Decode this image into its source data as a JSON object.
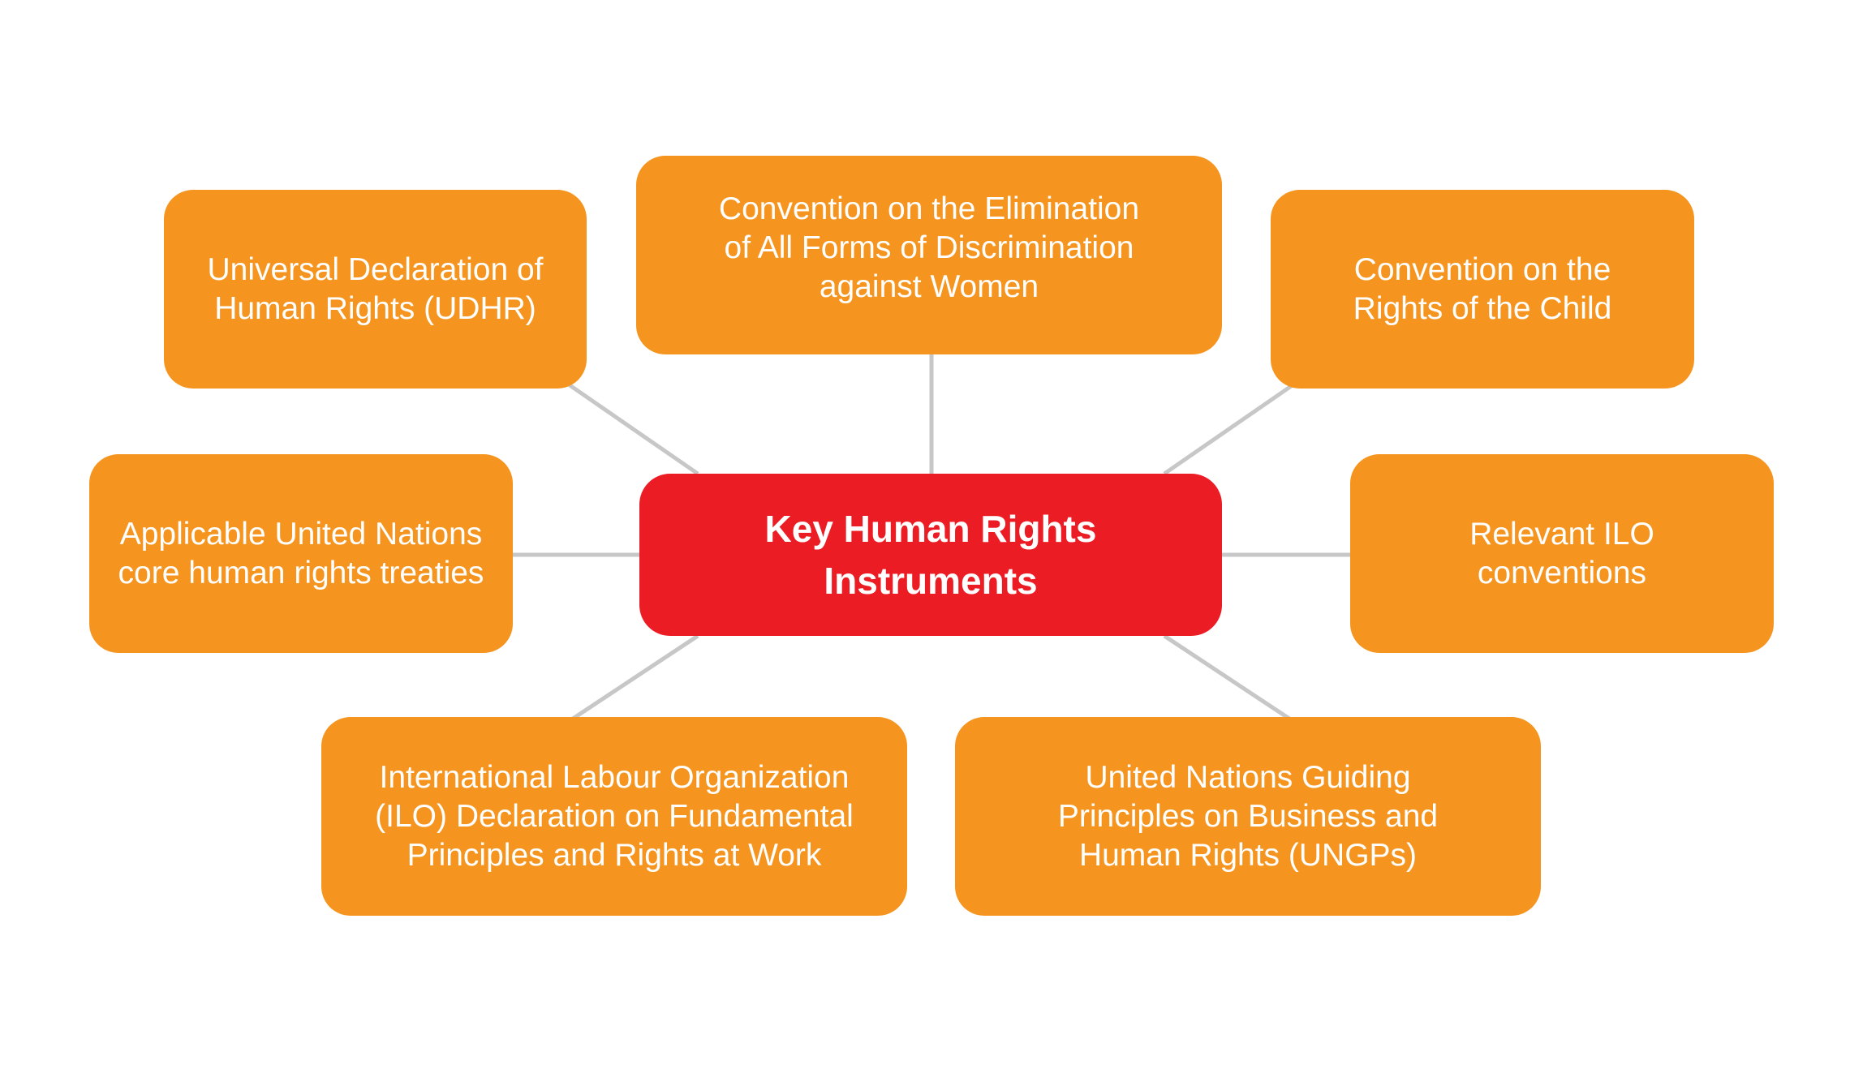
{
  "colors": {
    "leaf": "#f5951f",
    "center": "#ec1c24",
    "connector": "#c7c7c7",
    "text": "#ffffff"
  },
  "center": {
    "label": "Key Human Rights\nInstruments"
  },
  "nodes": [
    {
      "id": "udhr",
      "label": "Universal Declaration of\nHuman Rights (UDHR)"
    },
    {
      "id": "cedaw",
      "label": "Convention on the Elimination\nof All Forms of Discrimination\nagainst Women"
    },
    {
      "id": "crc",
      "label": "Convention on the\nRights of the Child"
    },
    {
      "id": "un-treaties",
      "label": "Applicable United Nations\ncore human rights treaties"
    },
    {
      "id": "ilo-conventions",
      "label": "Relevant ILO\nconventions"
    },
    {
      "id": "ilo-declaration",
      "label": "International Labour Organization\n(ILO) Declaration on Fundamental\nPrinciples and Rights at Work"
    },
    {
      "id": "ungps",
      "label": "United Nations Guiding\nPrinciples on Business and\nHuman Rights (UNGPs)"
    }
  ]
}
